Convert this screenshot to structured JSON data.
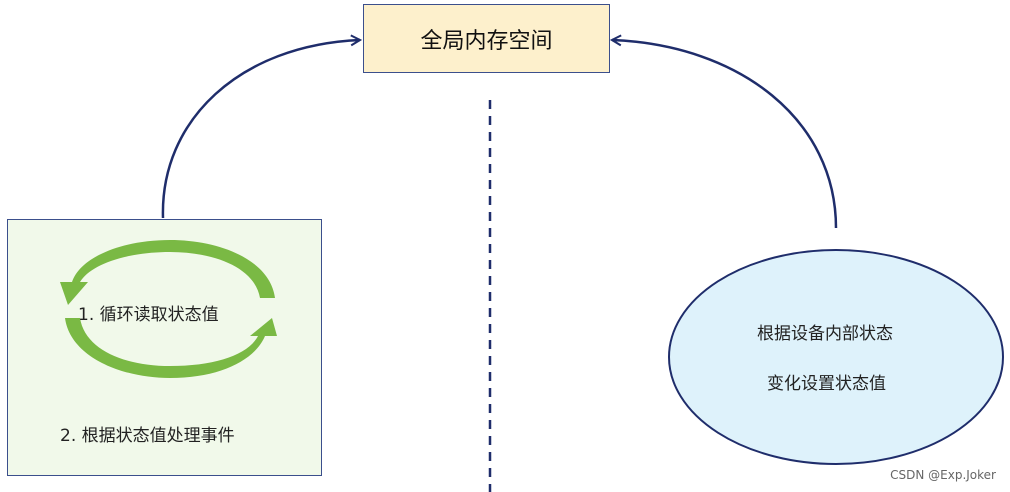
{
  "memory_box": {
    "label": "全局内存空间"
  },
  "loop_box": {
    "step1": "1. 循环读取状态值",
    "step2": "2. 根据状态值处理事件"
  },
  "device": {
    "line1": "根据设备内部状态",
    "line2": "变化设置状态值"
  },
  "watermark": "CSDN @Exp.Joker",
  "colors": {
    "arrow": "#1f2d6b",
    "memory_fill": "#fdf0cc",
    "loop_fill": "#f1f9ea",
    "ellipse_fill": "#def2fb",
    "cycle_light": "#8ccc4c",
    "cycle_dark": "#6a9f38"
  }
}
